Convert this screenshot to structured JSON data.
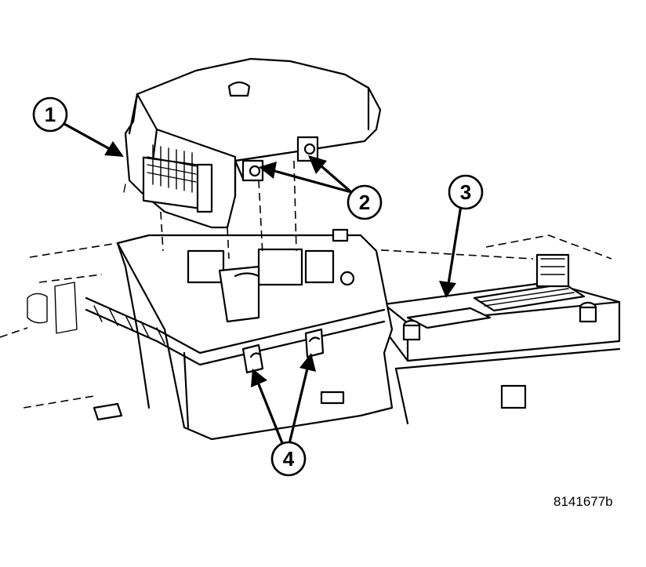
{
  "callouts": [
    {
      "id": "callout-1",
      "label": "1"
    },
    {
      "id": "callout-2",
      "label": "2"
    },
    {
      "id": "callout-3",
      "label": "3"
    },
    {
      "id": "callout-4",
      "label": "4"
    }
  ],
  "figure_id": "8141677b"
}
